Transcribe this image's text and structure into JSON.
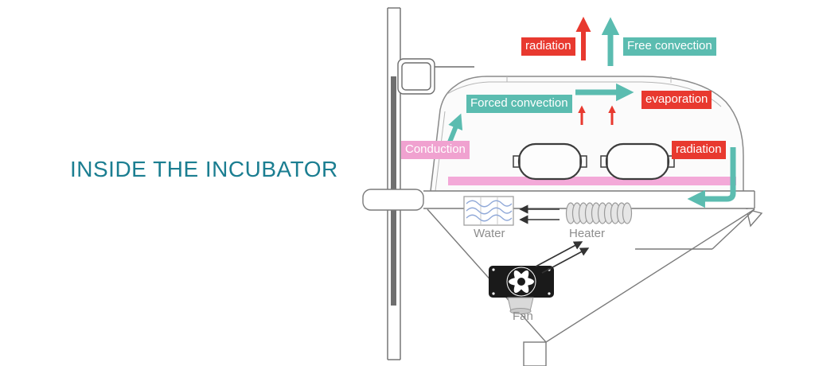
{
  "title": "INSIDE THE INCUBATOR",
  "colors": {
    "red": "#e8392f",
    "teal": "#5bbcb0",
    "pink": "#f0a2d0",
    "mattress": "#f3a9d8",
    "title": "#1b7e91",
    "component_text": "#8d8d8d"
  },
  "labels": {
    "radiation_top": "radiation",
    "free_convection": "Free convection",
    "forced_convection": "Forced convection",
    "evaporation": "evaporation",
    "conduction": "Conduction",
    "radiation_right": "radiation",
    "water": "Water",
    "heater": "Heater",
    "fan": "Fan"
  },
  "icons": {
    "water": "water-container-icon",
    "heater": "heater-coil-icon",
    "fan": "fan-blades-icon"
  },
  "arrows": [
    {
      "name": "radiation-arrow-up",
      "color": "red",
      "direction": "up"
    },
    {
      "name": "free-convection-arrow-up",
      "color": "teal",
      "direction": "up"
    },
    {
      "name": "forced-convection-arrow-right",
      "color": "teal",
      "direction": "right"
    },
    {
      "name": "evaporation-arrows-up",
      "color": "red",
      "direction": "up"
    },
    {
      "name": "conduction-arrow-up",
      "color": "teal",
      "direction": "up"
    },
    {
      "name": "radiation-return-arrow-left",
      "color": "teal",
      "direction": "down-then-left"
    },
    {
      "name": "heater-to-water-arrows",
      "color": "black",
      "direction": "left"
    },
    {
      "name": "fan-to-heater-arrows",
      "color": "black",
      "direction": "up-right"
    }
  ]
}
